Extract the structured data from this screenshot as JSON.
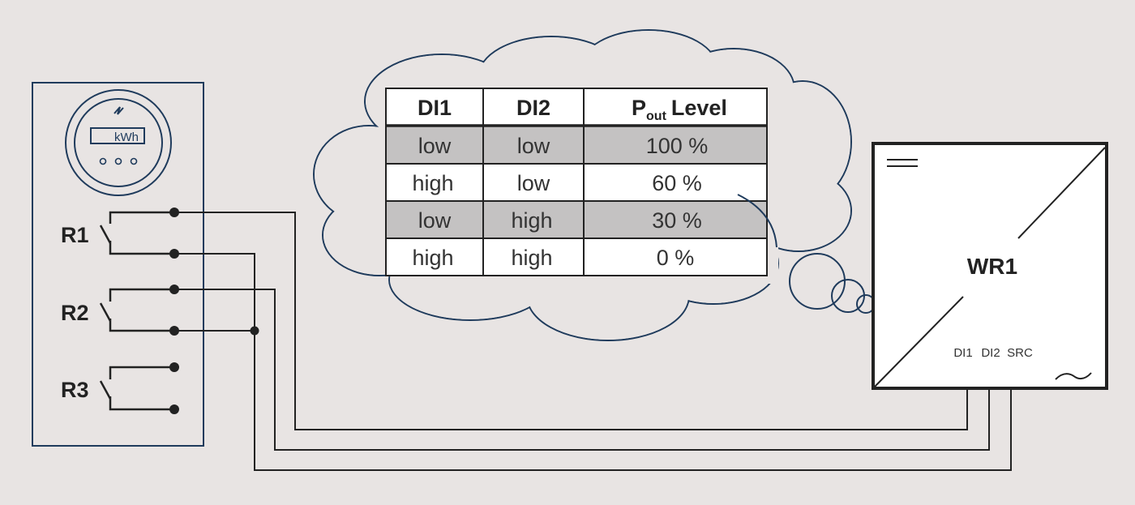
{
  "meter": {
    "unit_label": "kWh",
    "relays": [
      "R1",
      "R2",
      "R3"
    ]
  },
  "inverter": {
    "name": "WR1",
    "terminals": [
      "DI1",
      "DI2",
      "SRC"
    ]
  },
  "table": {
    "headers": {
      "di1": "DI1",
      "di2": "DI2",
      "pout_main": "P",
      "pout_sub": "out",
      "pout_rest": "Level"
    },
    "rows": [
      {
        "di1": "low",
        "di2": "low",
        "level": "100 %",
        "shaded": true
      },
      {
        "di1": "high",
        "di2": "low",
        "level": "60 %",
        "shaded": false
      },
      {
        "di1": "low",
        "di2": "high",
        "level": "30 %",
        "shaded": true
      },
      {
        "di1": "high",
        "di2": "high",
        "level": "0 %",
        "shaded": false
      }
    ]
  },
  "colors": {
    "background": "#e8e4e3",
    "wire": "#222222",
    "navy": "#1f3b5c",
    "row_shade": "#c4c2c2",
    "cloud_fill": "#e8e4e3"
  }
}
